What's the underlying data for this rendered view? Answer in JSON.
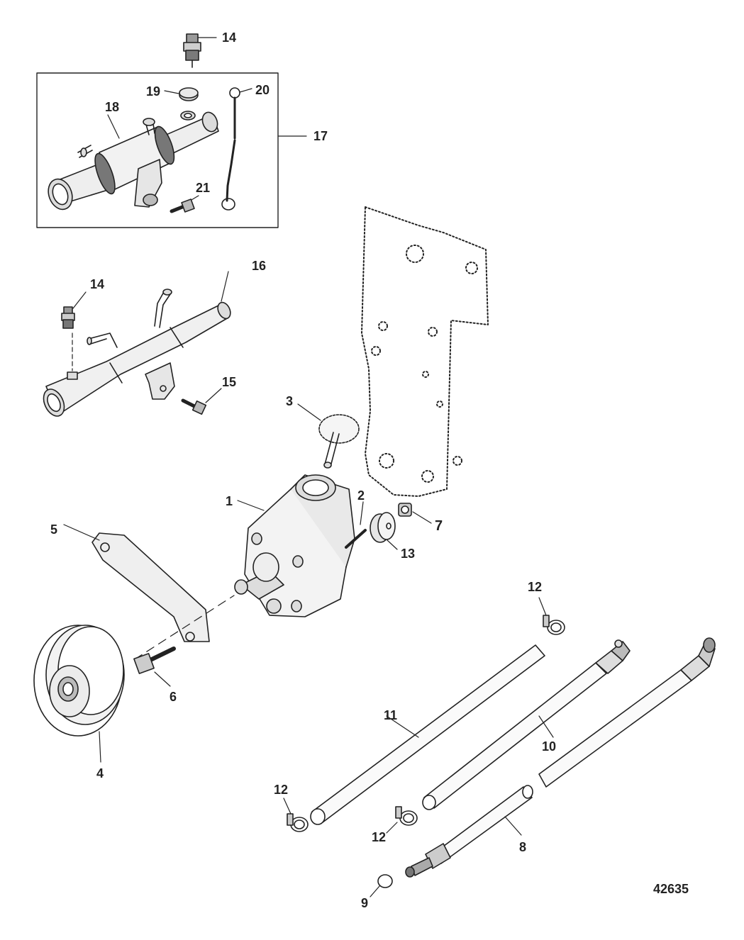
{
  "figure": {
    "id": "42635",
    "colors": {
      "line": "#222222",
      "fill_light": "#eeeeee",
      "fill_mid": "#c8c8c8",
      "fill_dark": "#8a8a8a",
      "background": "#ffffff"
    }
  },
  "callouts": [
    {
      "key": "c14a",
      "label": "14"
    },
    {
      "key": "c19",
      "label": "19"
    },
    {
      "key": "c20",
      "label": "20"
    },
    {
      "key": "c18",
      "label": "18"
    },
    {
      "key": "c17",
      "label": "17"
    },
    {
      "key": "c21",
      "label": "21"
    },
    {
      "key": "c16",
      "label": "16"
    },
    {
      "key": "c14b",
      "label": "14"
    },
    {
      "key": "c15",
      "label": "15"
    },
    {
      "key": "c3",
      "label": "3"
    },
    {
      "key": "c1",
      "label": "1"
    },
    {
      "key": "c2",
      "label": "2"
    },
    {
      "key": "c7",
      "label": "7"
    },
    {
      "key": "c13",
      "label": "13"
    },
    {
      "key": "c5",
      "label": "5"
    },
    {
      "key": "c12a",
      "label": "12"
    },
    {
      "key": "c6",
      "label": "6"
    },
    {
      "key": "c4",
      "label": "4"
    },
    {
      "key": "c11",
      "label": "11"
    },
    {
      "key": "c10",
      "label": "10"
    },
    {
      "key": "c12b",
      "label": "12"
    },
    {
      "key": "c12c",
      "label": "12"
    },
    {
      "key": "c8",
      "label": "8"
    },
    {
      "key": "c9",
      "label": "9"
    }
  ]
}
